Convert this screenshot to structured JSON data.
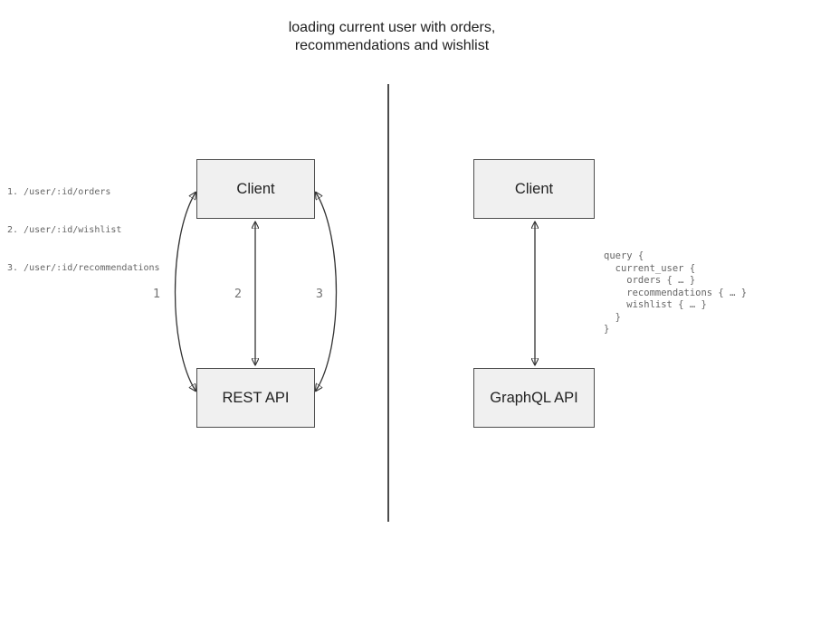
{
  "title": {
    "line1": "loading current user with orders,",
    "line2": "recommendations and wishlist"
  },
  "colors": {
    "box_fill": "#f0f0f0",
    "box_border": "#4d4d4d",
    "arrow": "#333333",
    "mono_text": "#666666",
    "dark_text": "#1f1f1f",
    "divider": "#4d4d4d"
  },
  "left": {
    "endpoints": [
      "1. /user/:id/orders",
      "2. /user/:id/wishlist",
      "3. /user/:id/recommendations"
    ],
    "client_label": "Client",
    "api_label": "REST API",
    "arrow_labels": [
      "1",
      "2",
      "3"
    ]
  },
  "right": {
    "client_label": "Client",
    "api_label": "GraphQL API",
    "query_code": "query {\n  current_user {\n    orders { … }\n    recommendations { … }\n    wishlist { … }\n  }\n}"
  }
}
